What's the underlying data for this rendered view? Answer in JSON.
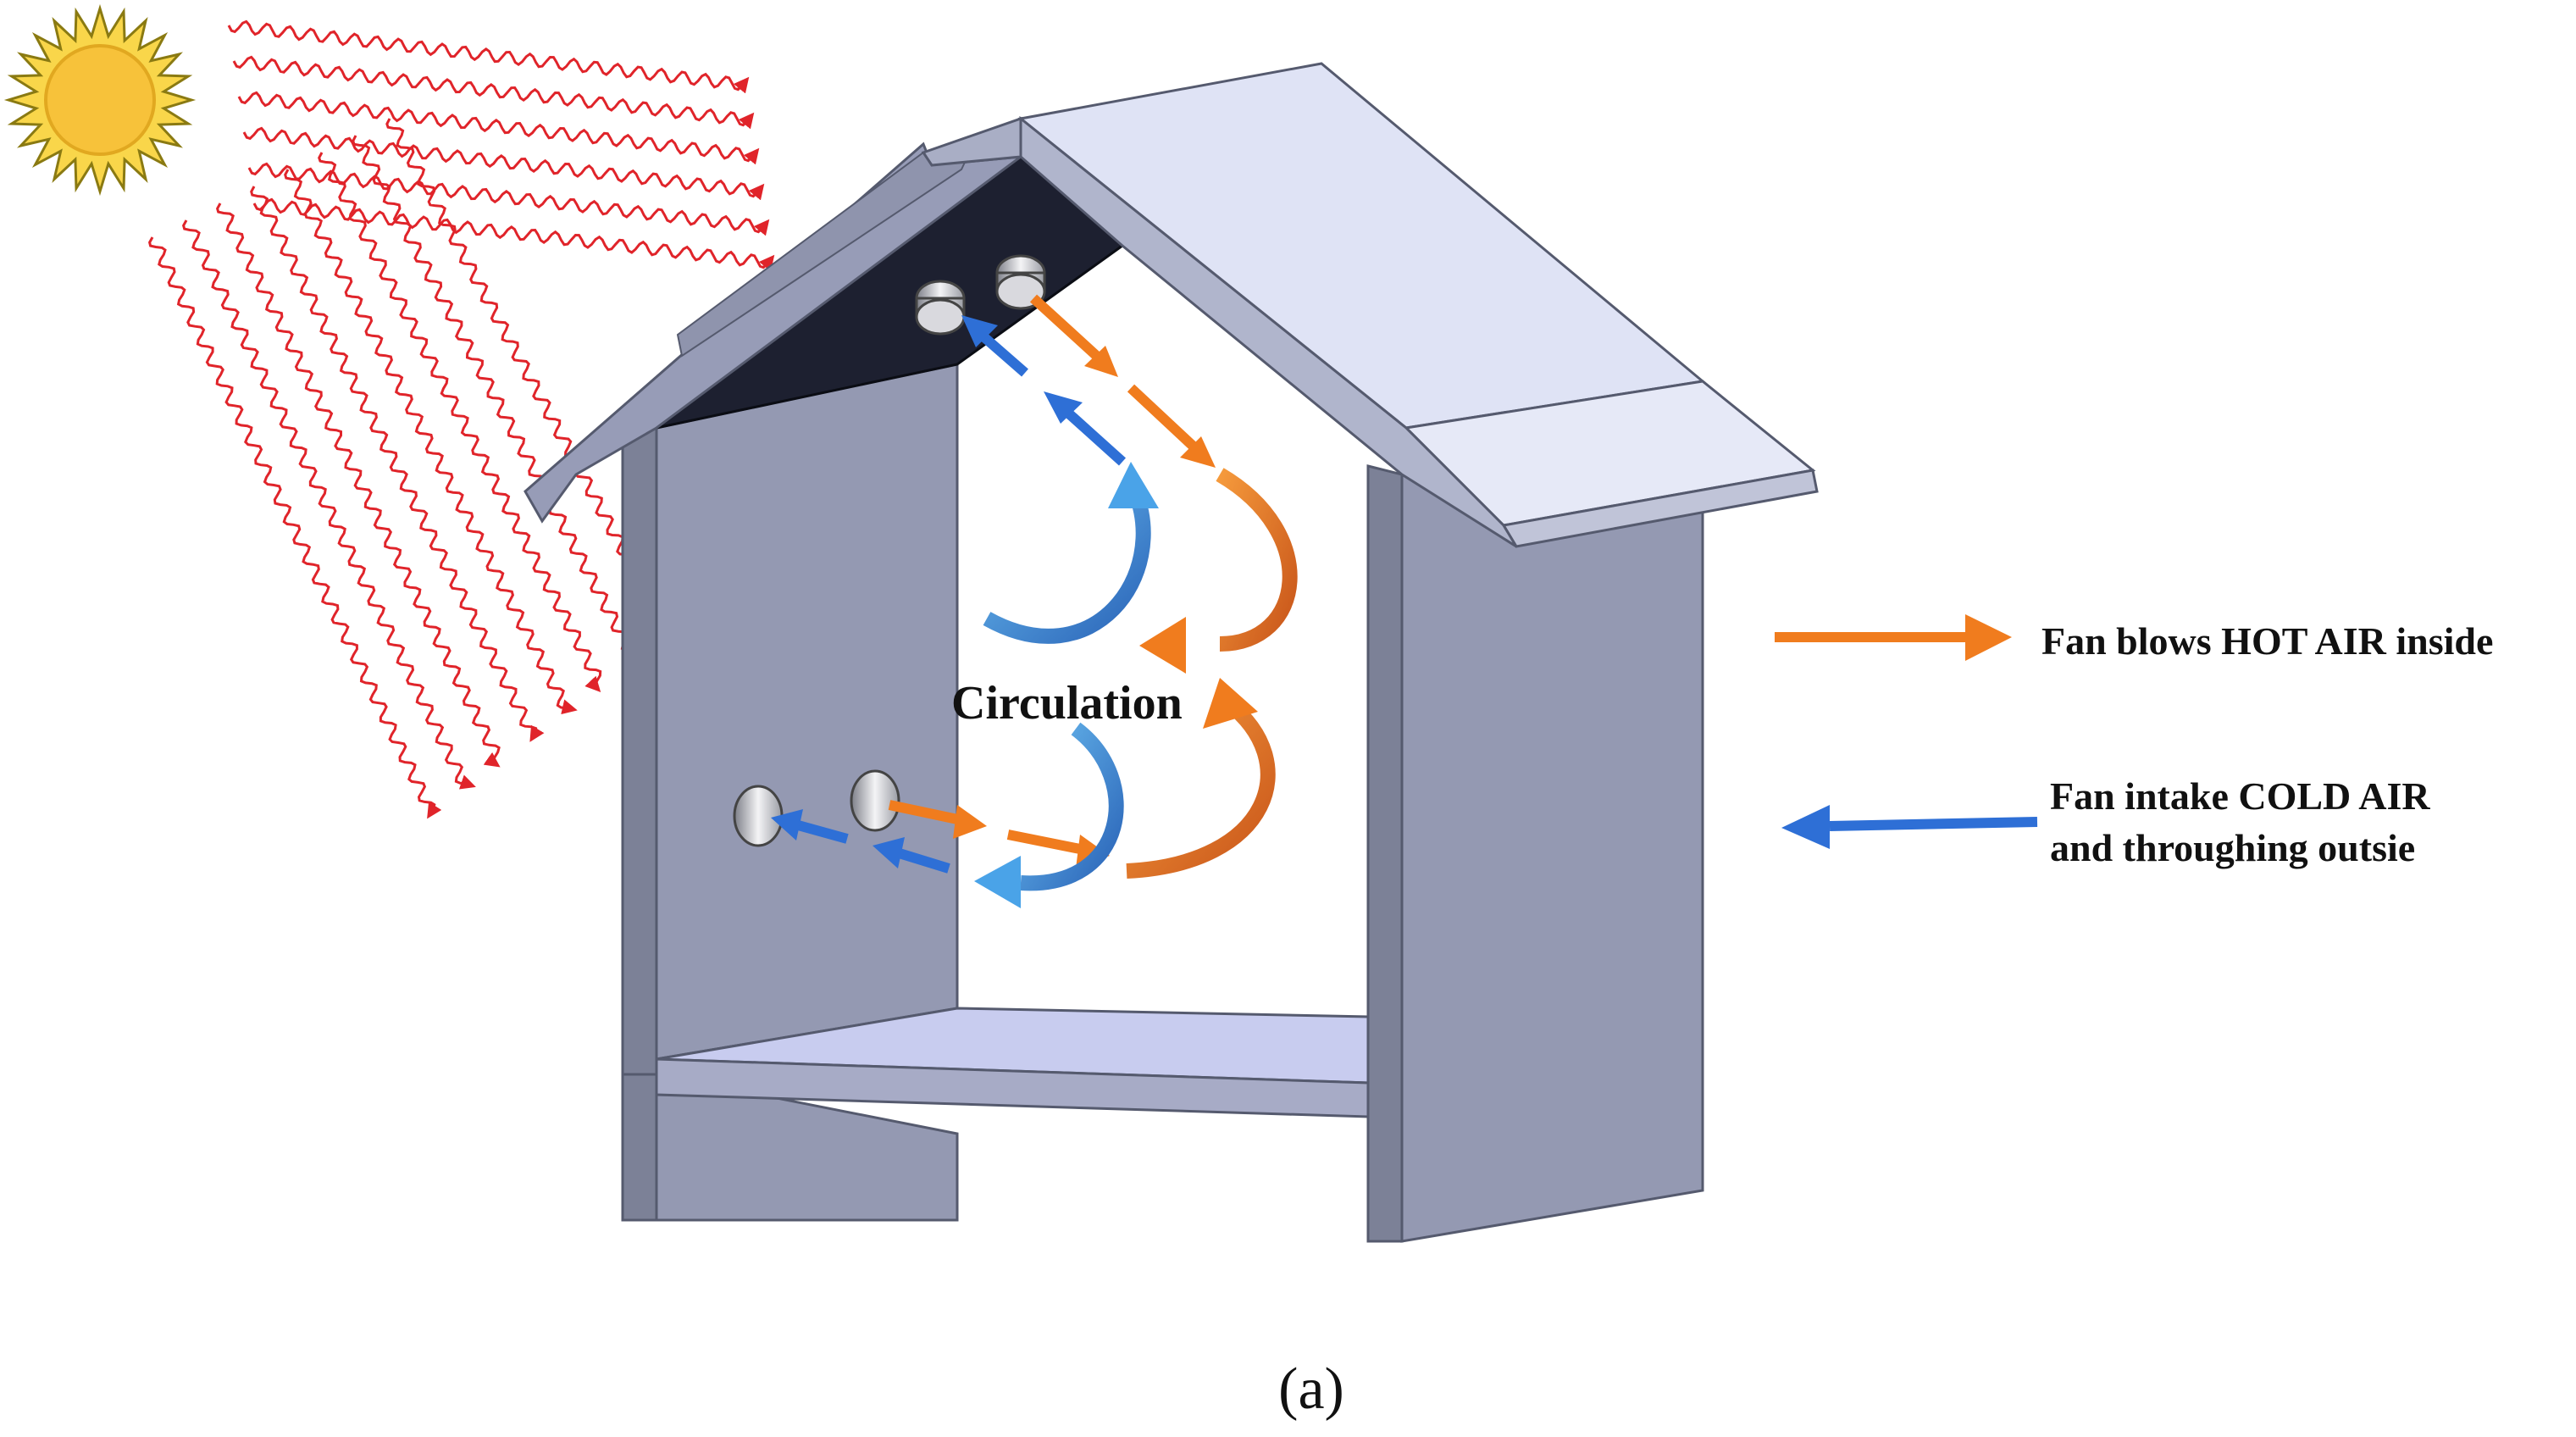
{
  "labels": {
    "circulation": "Circulation",
    "hot_air": "Fan blows HOT AIR inside",
    "cold_air_line1": "Fan intake COLD AIR",
    "cold_air_line2": "and throughing outsie",
    "caption": "(a)"
  },
  "icons": {
    "sun": "sun-icon",
    "fan": "fan-icon"
  },
  "colors": {
    "sun_fill": "#f7c23a",
    "sun_outline": "#b59a1a",
    "radiation": "#e0242a",
    "hot_arrow": "#f07c1e",
    "hot_arrow_dark": "#d9601a",
    "cold_arrow": "#2e6fd6",
    "cold_arrow_light": "#4aa3e8",
    "wall": "#959ab3",
    "wall_dark": "#7e8398",
    "roof": "#dfe3f5",
    "roof_underside": "#1d2030",
    "floor": "#c7cbef"
  }
}
